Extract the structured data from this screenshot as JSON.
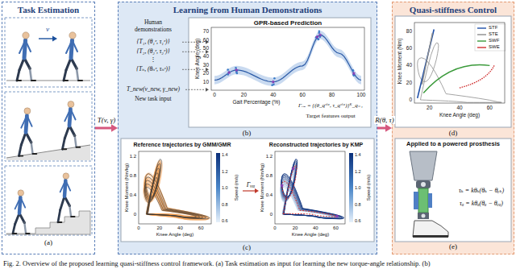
{
  "diagram": {
    "caption": "Fig. 2. Overview of the proposed learning quasi-stiffness control framework. (a) Task estimation as input for learning the new torque-angle relationship. (b)",
    "nodes": [
      {
        "text": [
          "Task Estimation",
          "(a)"
        ]
      },
      {
        "text": [
          "Learning from Human Demonstrations"
        ]
      },
      {
        "text": [
          "GPR-based Prediction",
          "(b)"
        ],
        "in": 1
      },
      {
        "text": [
          "(c)"
        ],
        "in": 1
      },
      {
        "text": [
          "Reference trajectories by GMM/GMR"
        ],
        "in": 3
      },
      {
        "text": [
          "Reconstructed trajectories by KMP"
        ],
        "in": 3
      },
      {
        "text": [
          "Quasi-stiffness Control"
        ]
      },
      {
        "text": [
          "(d)"
        ],
        "in": 6
      },
      {
        "text": [
          "Applied to a powered prosthesis",
          "(e)"
        ],
        "in": 6
      }
    ],
    "edges": [
      {
        "from": 0,
        "to": 1,
        "arrow": "to",
        "label": "T(v, γ)"
      },
      {
        "from": 1,
        "to": 6,
        "arrow": "to",
        "label": "R(θ, τ)"
      },
      {
        "from": 4,
        "to": 5,
        "arrow": "to",
        "label": "Γᵥᵢₐ"
      }
    ],
    "labels": [
      "v",
      "Human demonstrations",
      "{T₁, (θ₁ᵉ, τ₁ᵉ)}",
      "{T₂, (θ₂ᵉ, τ₂ᵉ)}",
      "⋮",
      "{Tₙ, (θₙᵉ, τₙᵉ)}",
      "T_new(v_new, γ_new)",
      "New task input",
      "Knee Angle (deg)",
      "70",
      "60",
      "50",
      "40",
      "30",
      "20",
      "10",
      "0",
      "20",
      "40",
      "60",
      "80",
      "100",
      "Gait Percentage (%)",
      "Γᵥᵢₐ = {(θ_qᵛⁱᵃ, τ_qᵛⁱᵃ)}ᴷ_q₌₁",
      "Target features output",
      "Knee Moment (Nm/kg)",
      "1.2",
      "0.8",
      "0.4",
      "0",
      "0",
      "20",
      "40",
      "60",
      "Knee Angle (deg)",
      "1.4",
      "1.2",
      "1.0",
      "0.8",
      "0.6",
      "Speed (m/s)",
      "Knee Moment (Nm/kg)",
      "1.2",
      "0.8",
      "0.4",
      "0",
      "0",
      "20",
      "40",
      "60",
      "Knee Angle (deg)",
      "1.4",
      "1.2",
      "1.0",
      "0.8",
      "0.6",
      "Speed (m/s)",
      "Knee Moment (Nm)",
      "80",
      "60",
      "40",
      "20",
      "0",
      "20",
      "40",
      "60",
      "Knee Angle (deg)",
      "τₖ = kθₖ(θₖ − θₑₖ)",
      "τₐ = kθₐ(θₐ − θₑₐ)"
    ],
    "legend": [
      {
        "text": "STF"
      },
      {
        "text": "STE"
      },
      {
        "text": "SWF"
      },
      {
        "text": "SWE"
      }
    ]
  }
}
